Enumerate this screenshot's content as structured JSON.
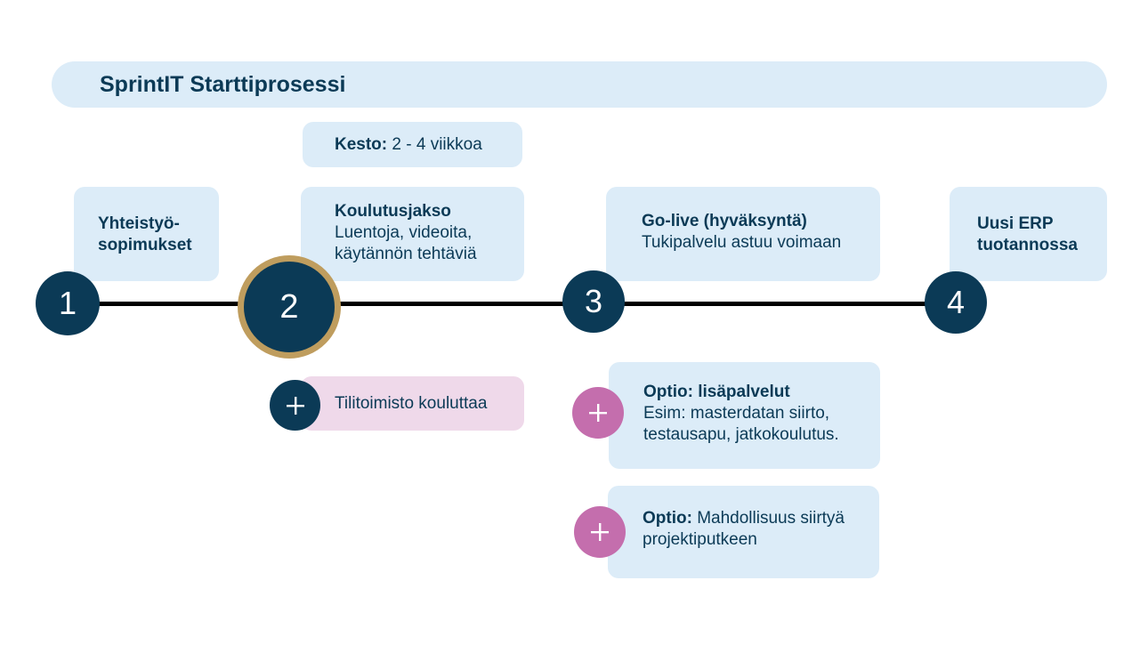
{
  "title": "SprintIT Starttiprosessi",
  "duration": {
    "label": "Kesto:",
    "value": "2 - 4 viikkoa"
  },
  "steps": [
    {
      "number": "1",
      "lines": [
        "Yhteistyö-",
        "sopimukset"
      ]
    },
    {
      "number": "2",
      "heading": "Koulutusjakso",
      "lines": [
        "Luentoja, videoita,",
        "käytännön tehtäviä"
      ]
    },
    {
      "number": "3",
      "heading": "Go-live (hyväksyntä)",
      "lines": [
        "Tukipalvelu astuu voimaan"
      ]
    },
    {
      "number": "4",
      "lines": [
        "Uusi ERP",
        "tuotannossa"
      ]
    }
  ],
  "options": {
    "tilitoimisto": "Tilitoimisto kouluttaa",
    "lisapalvelut": {
      "heading": "Optio: lisäpalvelut",
      "lines": [
        "Esim: masterdatan siirto,",
        "testausapu, jatkokoulutus."
      ]
    },
    "projektiputki": {
      "label": "Optio:",
      "lines": [
        " Mahdollisuus siirtyä",
        "projektiputkeen"
      ]
    }
  },
  "colors": {
    "navy": "#0b3a56",
    "light_blue": "#dcecf8",
    "pink": "#c46ead",
    "light_pink": "#efd9ea",
    "gold": "#bf9d5e"
  },
  "icons": {
    "plus": "plus-icon"
  }
}
